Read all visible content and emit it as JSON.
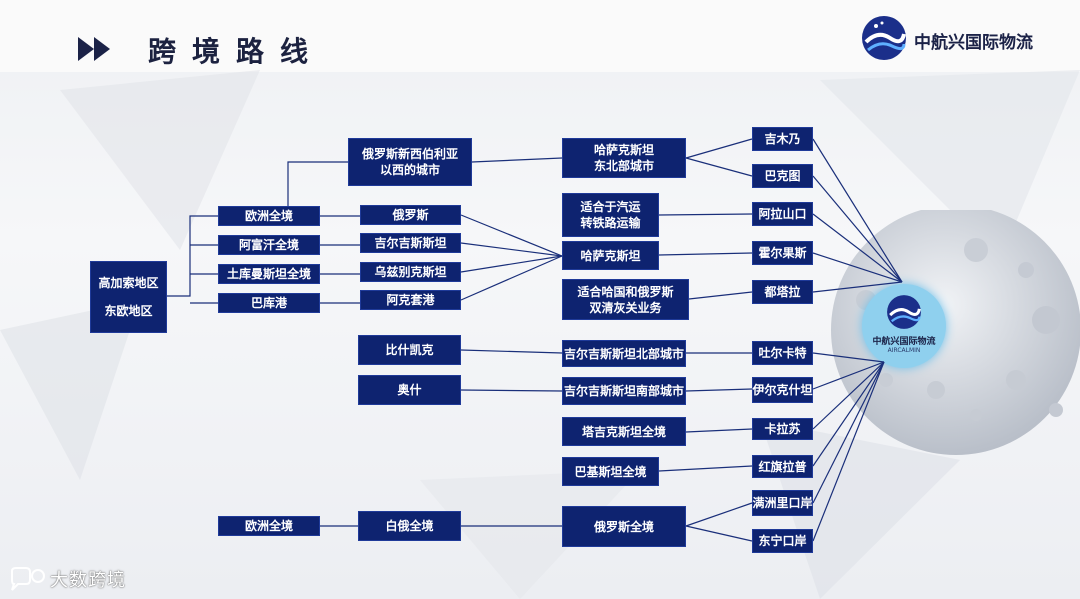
{
  "header": {
    "title": "跨境路线"
  },
  "logo": {
    "company": "中航兴国际物流",
    "moon_company": "中航兴国际物流",
    "moon_sub": "AIRCALMIN"
  },
  "watermark": {
    "text": "大数跨境",
    "icon": "speech-bubble-icon"
  },
  "colors": {
    "node_bg": "#0e2370",
    "line": "#1a2f7a",
    "title": "#1c2240"
  },
  "nodes": {
    "gaojiasuo": [
      "高加索地区",
      "东欧地区"
    ],
    "ouzhou1": [
      "欧洲全境"
    ],
    "afuhan": [
      "阿富汗全境"
    ],
    "tukuman": [
      "土库曼斯坦全境"
    ],
    "baku": [
      "巴库港"
    ],
    "ouzhou2": [
      "欧洲全境"
    ],
    "eluosi_xibo": [
      "俄罗斯新西伯利亚",
      "以西的城市"
    ],
    "eluosi": [
      "俄罗斯"
    ],
    "jierjisi": [
      "吉尔吉斯斯坦"
    ],
    "wuzibieke": [
      "乌兹别克斯坦"
    ],
    "akesaigang": [
      "阿克套港"
    ],
    "bishikaike": [
      "比什凯克"
    ],
    "aoshi": [
      "奥什"
    ],
    "baie": [
      "白俄全境"
    ],
    "hasake_dongbei": [
      "哈萨克斯坦",
      "东北部城市"
    ],
    "qiyun": [
      "适合于汽运",
      "转铁路运输"
    ],
    "hasake": [
      "哈萨克斯坦"
    ],
    "hahe_eluosi": [
      "适合哈国和俄罗斯",
      "双清灰关业务"
    ],
    "jier_beibu": [
      "吉尔吉斯斯坦北部城市"
    ],
    "jier_nanbu": [
      "吉尔吉斯斯坦南部城市"
    ],
    "tajike": [
      "塔吉克斯坦全境"
    ],
    "bajisitan": [
      "巴基斯坦全境"
    ],
    "eluosi_quan": [
      "俄罗斯全境"
    ],
    "jimunai": [
      "吉木乃"
    ],
    "baketu": [
      "巴克图"
    ],
    "alashankou": [
      "阿拉山口"
    ],
    "huoerguosi": [
      "霍尔果斯"
    ],
    "dutala": [
      "都塔拉"
    ],
    "tuerkate": [
      "吐尔卡特"
    ],
    "yierkeshitan": [
      "伊尔克什坦"
    ],
    "kalasu": [
      "卡拉苏"
    ],
    "hongqilapu": [
      "红旗拉普"
    ],
    "manzhouli": [
      "满洲里口岸"
    ],
    "dongning": [
      "东宁口岸"
    ]
  }
}
